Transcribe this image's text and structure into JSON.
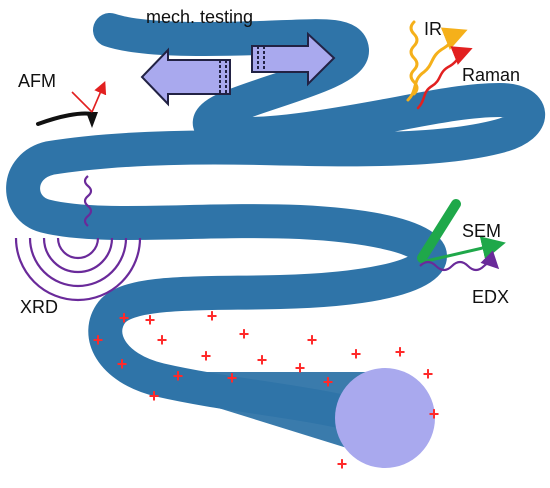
{
  "labels": {
    "mech_testing": "mech. testing",
    "afm": "AFM",
    "ir": "IR",
    "raman": "Raman",
    "sem": "SEM",
    "edx": "EDX",
    "xrd": "XRD"
  },
  "colors": {
    "fiber": "#2f74a8",
    "fiber_end": "#a9a9ee",
    "arrow_fill": "#a9a9ee",
    "charge": "#ff2a2a",
    "ir_wave": "#f5b01a",
    "raman_wave": "#e22020",
    "xrd": "#6a2a9a",
    "sem_beam": "#1fa84a",
    "afm_tip": "#111111",
    "afm_laser": "#e22020"
  },
  "charge_symbol": "+"
}
